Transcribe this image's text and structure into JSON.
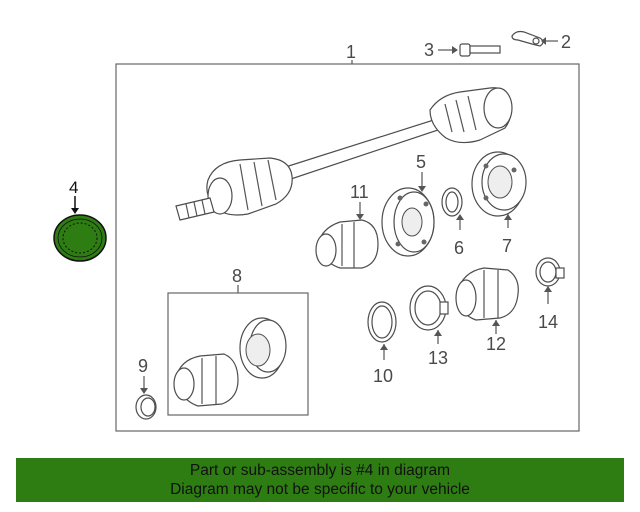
{
  "labels": {
    "l1": "1",
    "l2": "2",
    "l3": "3",
    "l4": "4",
    "l5": "5",
    "l6": "6",
    "l7": "7",
    "l8": "8",
    "l9": "9",
    "l10": "10",
    "l11": "11",
    "l12": "12",
    "l13": "13",
    "l14": "14"
  },
  "banner": {
    "line1": "Part or sub-assembly is #4 in diagram",
    "line2": "Diagram may not be specific to your vehicle"
  },
  "colors": {
    "highlight": "#2e7d12",
    "line": "#555555"
  }
}
